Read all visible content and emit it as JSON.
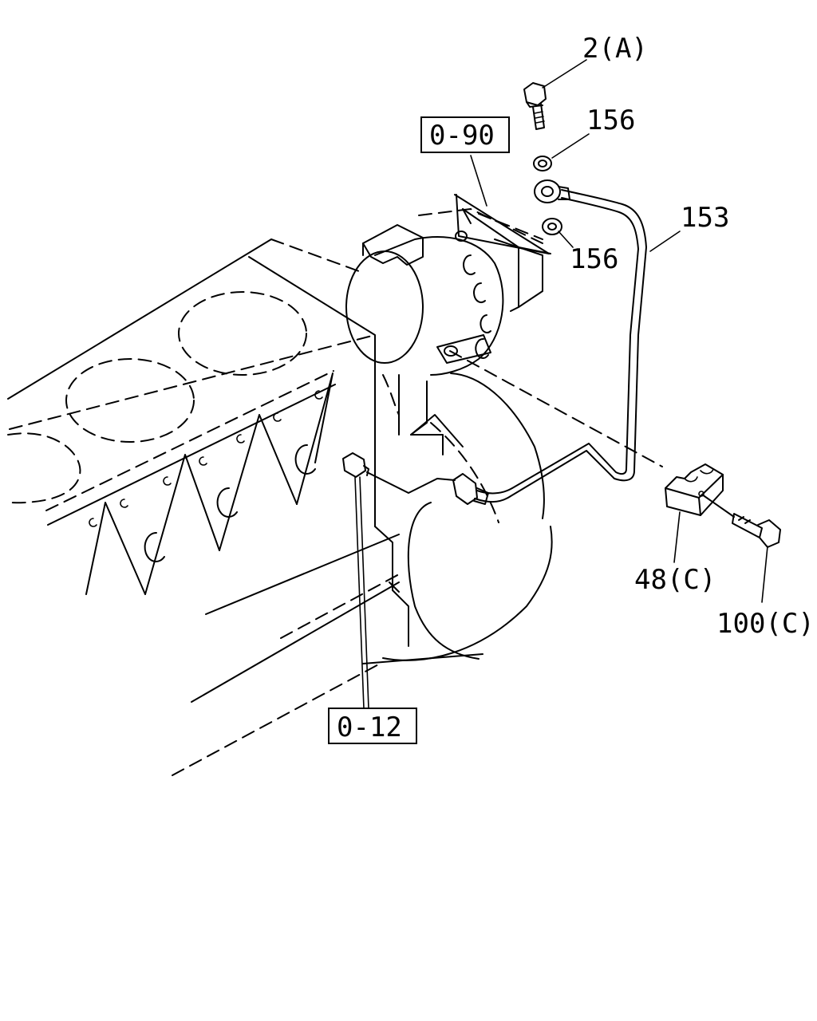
{
  "labels": {
    "bolt_top": "2(A)",
    "washer_upper": "156",
    "washer_lower": "156",
    "pipe": "153",
    "clip": "48(C)",
    "clip_bolt": "100(C)"
  },
  "refs": {
    "ref_pump": "0-90",
    "ref_block": "0-12"
  },
  "colors": {
    "line": "#000000",
    "background": "#ffffff"
  }
}
